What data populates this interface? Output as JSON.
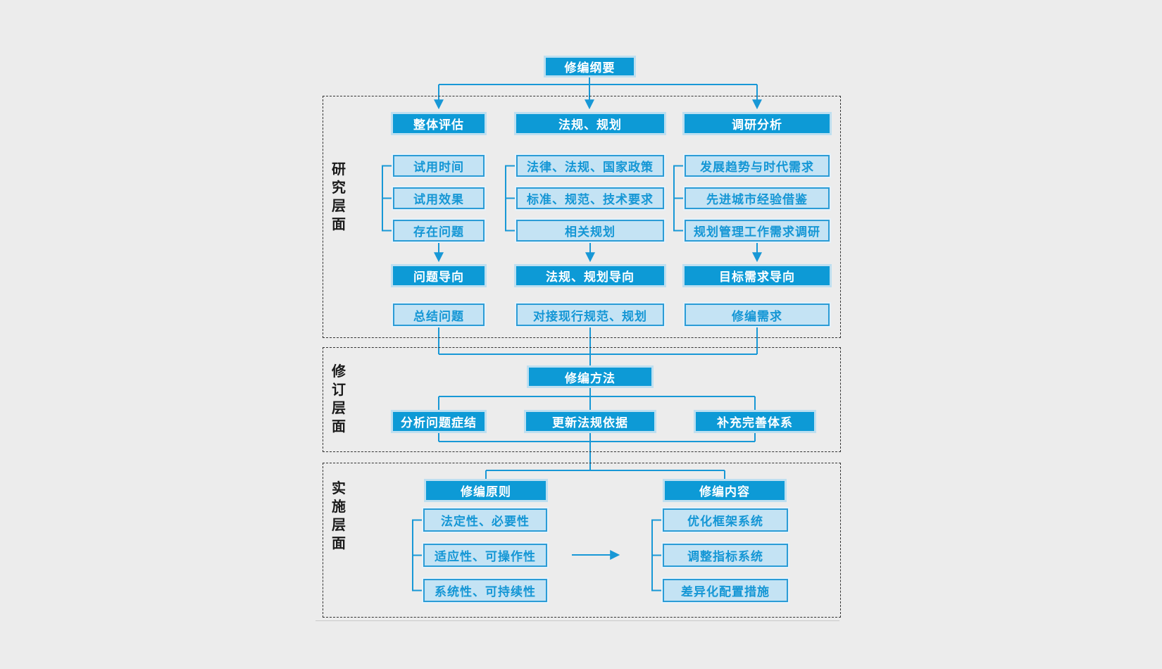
{
  "colors": {
    "accent": "#0d9ad6",
    "accent_line": "#1898d6",
    "light_fill": "#c4e3f4",
    "light_border": "#2b9cd6",
    "light_text": "#1496d5",
    "halo": "#bedff0",
    "background": "#ececec",
    "label_text": "#1a1a1a"
  },
  "root": {
    "title": "修编纲要"
  },
  "research": {
    "label": "研究层面",
    "columns": [
      {
        "header": "整体评估",
        "items": [
          "试用时间",
          "试用效果",
          "存在问题"
        ],
        "orientation": "问题导向",
        "result": "总结问题"
      },
      {
        "header": "法规、规划",
        "items": [
          "法律、法规、国家政策",
          "标准、规范、技术要求",
          "相关规划"
        ],
        "orientation": "法规、规划导向",
        "result": "对接现行规范、规划"
      },
      {
        "header": "调研分析",
        "items": [
          "发展趋势与时代需求",
          "先进城市经验借鉴",
          "规划管理工作需求调研"
        ],
        "orientation": "目标需求导向",
        "result": "修编需求"
      }
    ]
  },
  "revision": {
    "label": "修订层面",
    "method": "修编方法",
    "actions": [
      "分析问题症结",
      "更新法规依据",
      "补充完善体系"
    ]
  },
  "implementation": {
    "label": "实施层面",
    "groups": [
      {
        "header": "修编原则",
        "items": [
          "法定性、必要性",
          "适应性、可操作性",
          "系统性、可持续性"
        ]
      },
      {
        "header": "修编内容",
        "items": [
          "优化框架系统",
          "调整指标系统",
          "差异化配置措施"
        ]
      }
    ]
  }
}
